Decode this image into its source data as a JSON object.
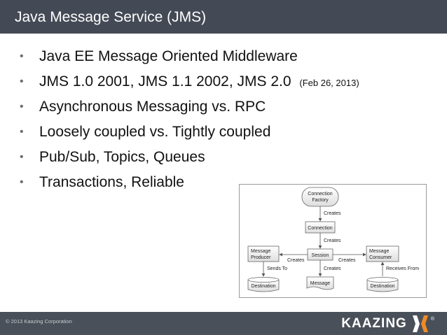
{
  "header": {
    "title": "Java Message Service (JMS)"
  },
  "bullets": [
    {
      "text": "Java EE Message Oriented Middleware",
      "note": ""
    },
    {
      "text": "JMS 1.0 2001, JMS 1.1 2002, JMS 2.0",
      "note": "(Feb 26, 2013)"
    },
    {
      "text": "Asynchronous Messaging vs. RPC",
      "note": ""
    },
    {
      "text": "Loosely coupled vs. Tightly coupled",
      "note": ""
    },
    {
      "text": "Pub/Sub, Topics, Queues",
      "note": ""
    },
    {
      "text": "Transactions, Reliable",
      "note": ""
    }
  ],
  "diagram": {
    "connection_factory_line1": "Connection",
    "connection_factory_line2": "Factory",
    "connection": "Connection",
    "session": "Session",
    "producer_line1": "Message",
    "producer_line2": "Producer",
    "consumer_line1": "Message",
    "consumer_line2": "Consumer",
    "dest_left": "Destination",
    "message": "Message",
    "dest_right": "Destination",
    "creates_1": "Creates",
    "creates_2": "Creates",
    "creates_left": "Creates",
    "creates_right": "Creates",
    "creates_bottom": "Creates",
    "sends_to": "Sends To",
    "receives_from": "Receives From"
  },
  "footer": {
    "copyright": "© 2013 Kaazing Corporation",
    "logo_text": "KAAZING",
    "logo_reg": "®"
  },
  "colors": {
    "header_bg": "#444a55",
    "footer_bg": "#4a5059",
    "logo_orange": "#f08a24"
  }
}
